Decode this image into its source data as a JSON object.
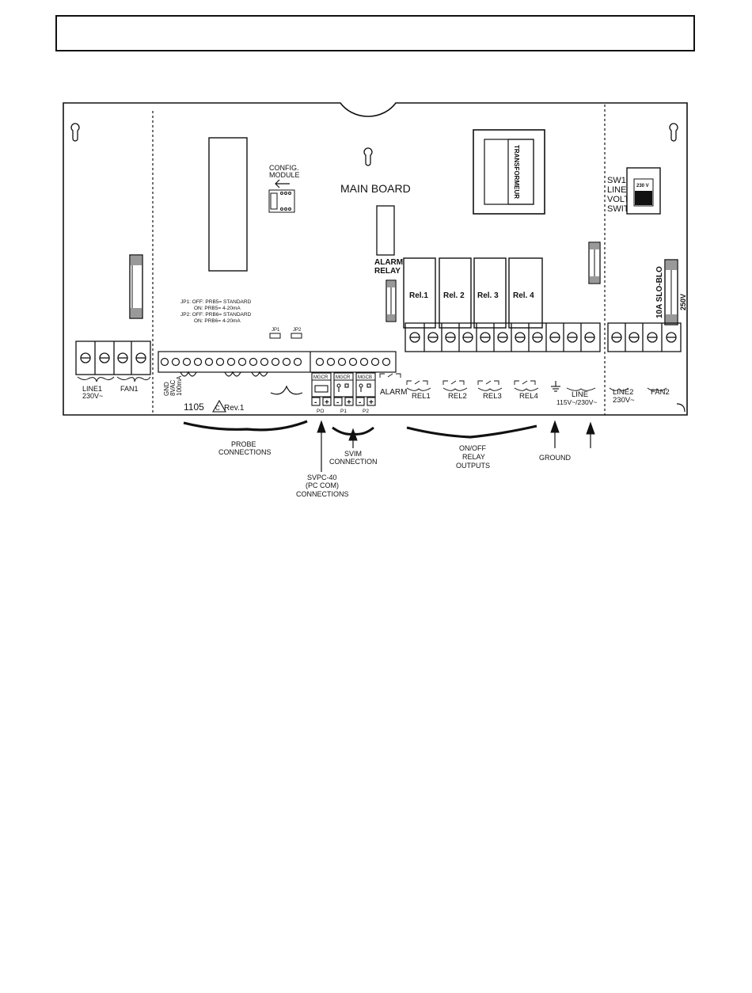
{
  "board": {
    "title": "MAIN BOARD",
    "config_module": [
      "CONFIG.",
      "MODULE"
    ],
    "transformer": "TRANSFORMEUR",
    "switch_labels": [
      "SW1",
      "LINE",
      "VOLTAGE",
      "SWITCH"
    ],
    "switch_value": "230 V",
    "alarm_relay": [
      "ALARM",
      "RELAY"
    ],
    "relays": [
      "Rel.1",
      "Rel. 2",
      "Rel. 3",
      "Rel. 4"
    ],
    "fuse_rating": "10A SLO-BLO",
    "fuse_voltage": "250V",
    "jumper_notes": [
      "JP1: OFF: PRB5= STANDARD",
      "ON: PRB5= 4-20mA",
      "JP2: OFF: PRB6= STANDARD",
      "ON: PRB6= 4-20mA"
    ],
    "jp1": "JP1",
    "jp2": "JP2",
    "model": "1105",
    "revision_mark": "C",
    "revision": "Rev.1",
    "power_labels": [
      "GND",
      "8VAC",
      "100mA"
    ],
    "mgcr_labels": [
      "MGCR",
      "MGCR",
      "MGCB"
    ],
    "port_labels": [
      "PO",
      "P1",
      "P2"
    ],
    "terminal_labels": {
      "line1": "LINE1",
      "line1_v": "230V~",
      "fan1": "FAN1",
      "alarm": "ALARM",
      "rel1": "REL1",
      "rel2": "REL2",
      "rel3": "REL3",
      "rel4": "REL4",
      "line": "LINE",
      "line_v": "115V~/230V~",
      "line2": "LINE2",
      "line2_v": "230V~",
      "fan2": "FAN2"
    }
  },
  "callouts": {
    "probe": [
      "PROBE",
      "CONNECTIONS"
    ],
    "svim": [
      "SVIM",
      "CONNECTION"
    ],
    "svpc": [
      "SVPC-40",
      "(PC COM)",
      "CONNECTIONS"
    ],
    "relay_outputs": [
      "ON/OFF",
      "RELAY",
      "OUTPUTS"
    ],
    "ground": "GROUND"
  }
}
